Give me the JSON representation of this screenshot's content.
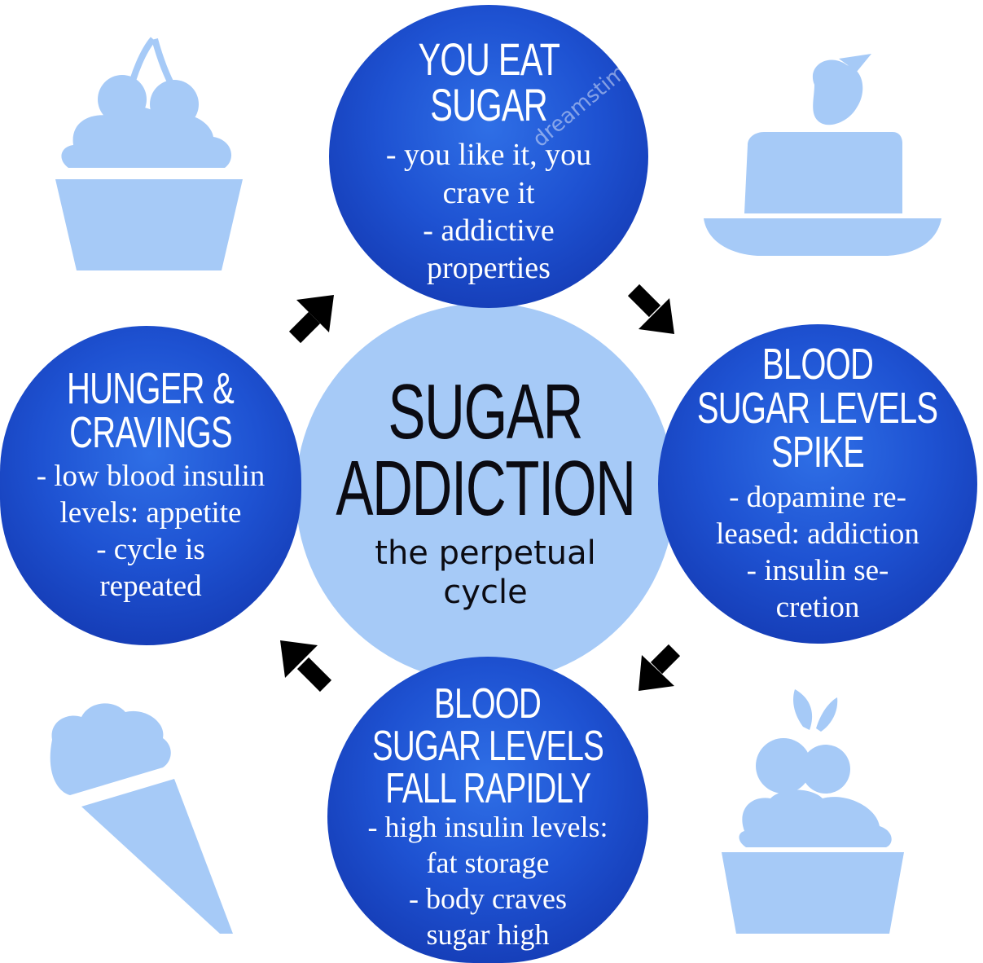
{
  "center": {
    "title_lines": [
      "SUGAR",
      "ADDICTION"
    ],
    "subtitle_lines": [
      "the perpetual",
      "cycle"
    ]
  },
  "nodes": [
    {
      "id": "you-eat-sugar",
      "heading_lines": [
        "YOU EAT",
        "SUGAR"
      ],
      "body_lines": [
        "- you like it, you",
        "crave it",
        "- addictive",
        "properties"
      ]
    },
    {
      "id": "blood-sugar-spike",
      "heading_lines": [
        "BLOOD",
        "SUGAR LEVELS",
        "SPIKE"
      ],
      "body_lines": [
        "- dopamine re-",
        "leased: addiction",
        "- insulin se-",
        "cretion"
      ]
    },
    {
      "id": "blood-sugar-fall",
      "heading_lines": [
        "BLOOD",
        "SUGAR LEVELS",
        "FALL RAPIDLY"
      ],
      "body_lines": [
        "- high insulin levels:",
        "fat storage",
        "- body craves",
        "sugar high"
      ]
    },
    {
      "id": "hunger-cravings",
      "heading_lines": [
        "HUNGER &",
        "CRAVINGS"
      ],
      "body_lines": [
        "- low blood insulin",
        "levels: appetite",
        "- cycle is",
        "repeated"
      ]
    }
  ],
  "watermark": "dreamstime",
  "colors": {
    "node_fill": "#1e52d2",
    "center_fill": "#a6caf7",
    "icon_fill": "#a6caf7",
    "arrow": "#000000",
    "text_light": "#ffffff",
    "text_dark": "#0b0b12"
  },
  "icons": [
    "cupcake-cherry-icon",
    "cake-slice-strawberry-icon",
    "ice-cream-cone-icon",
    "cupcake-berries-icon"
  ]
}
